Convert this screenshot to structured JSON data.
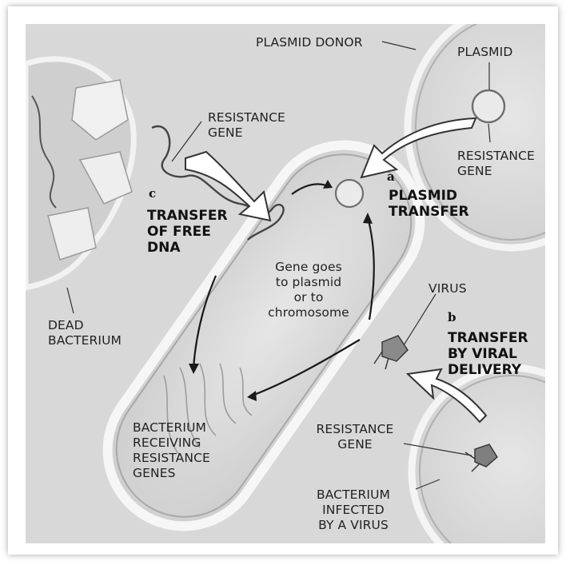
{
  "labels": {
    "plasmid_donor": "PLASMID DONOR",
    "plasmid": "PLASMID",
    "resistance_gene_top_right": "RESISTANCE\nGENE",
    "resistance_gene_top_left": "RESISTANCE\nGENE",
    "gene_goes": "Gene goes\nto plasmid\nor to\nchromosome",
    "virus": "VIRUS",
    "dead_bacterium": "DEAD\nBACTERIUM",
    "bacterium_receiving": "BACTERIUM\nRECEIVING\nRESISTANCE\nGENES",
    "resistance_gene_bottom": "RESISTANCE\nGENE",
    "bacterium_infected": "BACTERIUM\nINFECTED\nBY A VIRUS"
  },
  "mechanisms": {
    "a": {
      "letter": "a",
      "title": "PLASMID\nTRANSFER"
    },
    "b": {
      "letter": "b",
      "title": "TRANSFER\nBY VIRAL\nDELIVERY"
    },
    "c": {
      "letter": "c",
      "title": "TRANSFER\nOF FREE\nDNA"
    }
  }
}
